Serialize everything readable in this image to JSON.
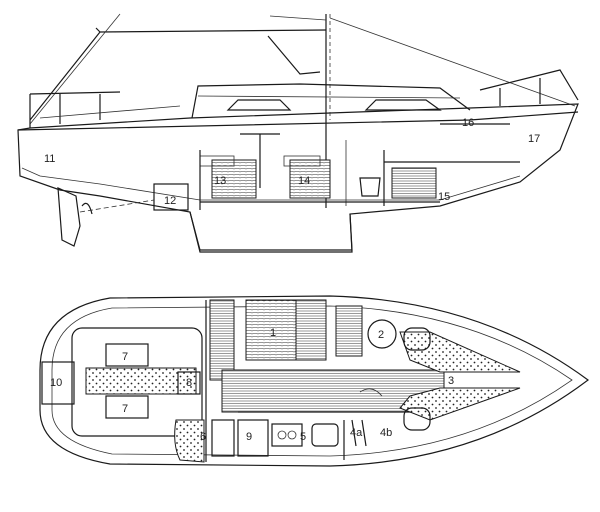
{
  "profile": {
    "labels": {
      "l11": "11",
      "l12": "12",
      "l13": "13",
      "l14": "14",
      "l15": "15",
      "l16": "16",
      "l17": "17"
    }
  },
  "plan": {
    "labels": {
      "l1": "1",
      "l2": "2",
      "l3": "3",
      "l4a": "4a",
      "l4b": "4b",
      "l5": "5",
      "l6": "6",
      "l7a": "7",
      "l7b": "7",
      "l8": "8",
      "l9": "9",
      "l10": "10"
    }
  },
  "colors": {
    "ink": "#1a1a1a",
    "paper": "#ffffff"
  }
}
